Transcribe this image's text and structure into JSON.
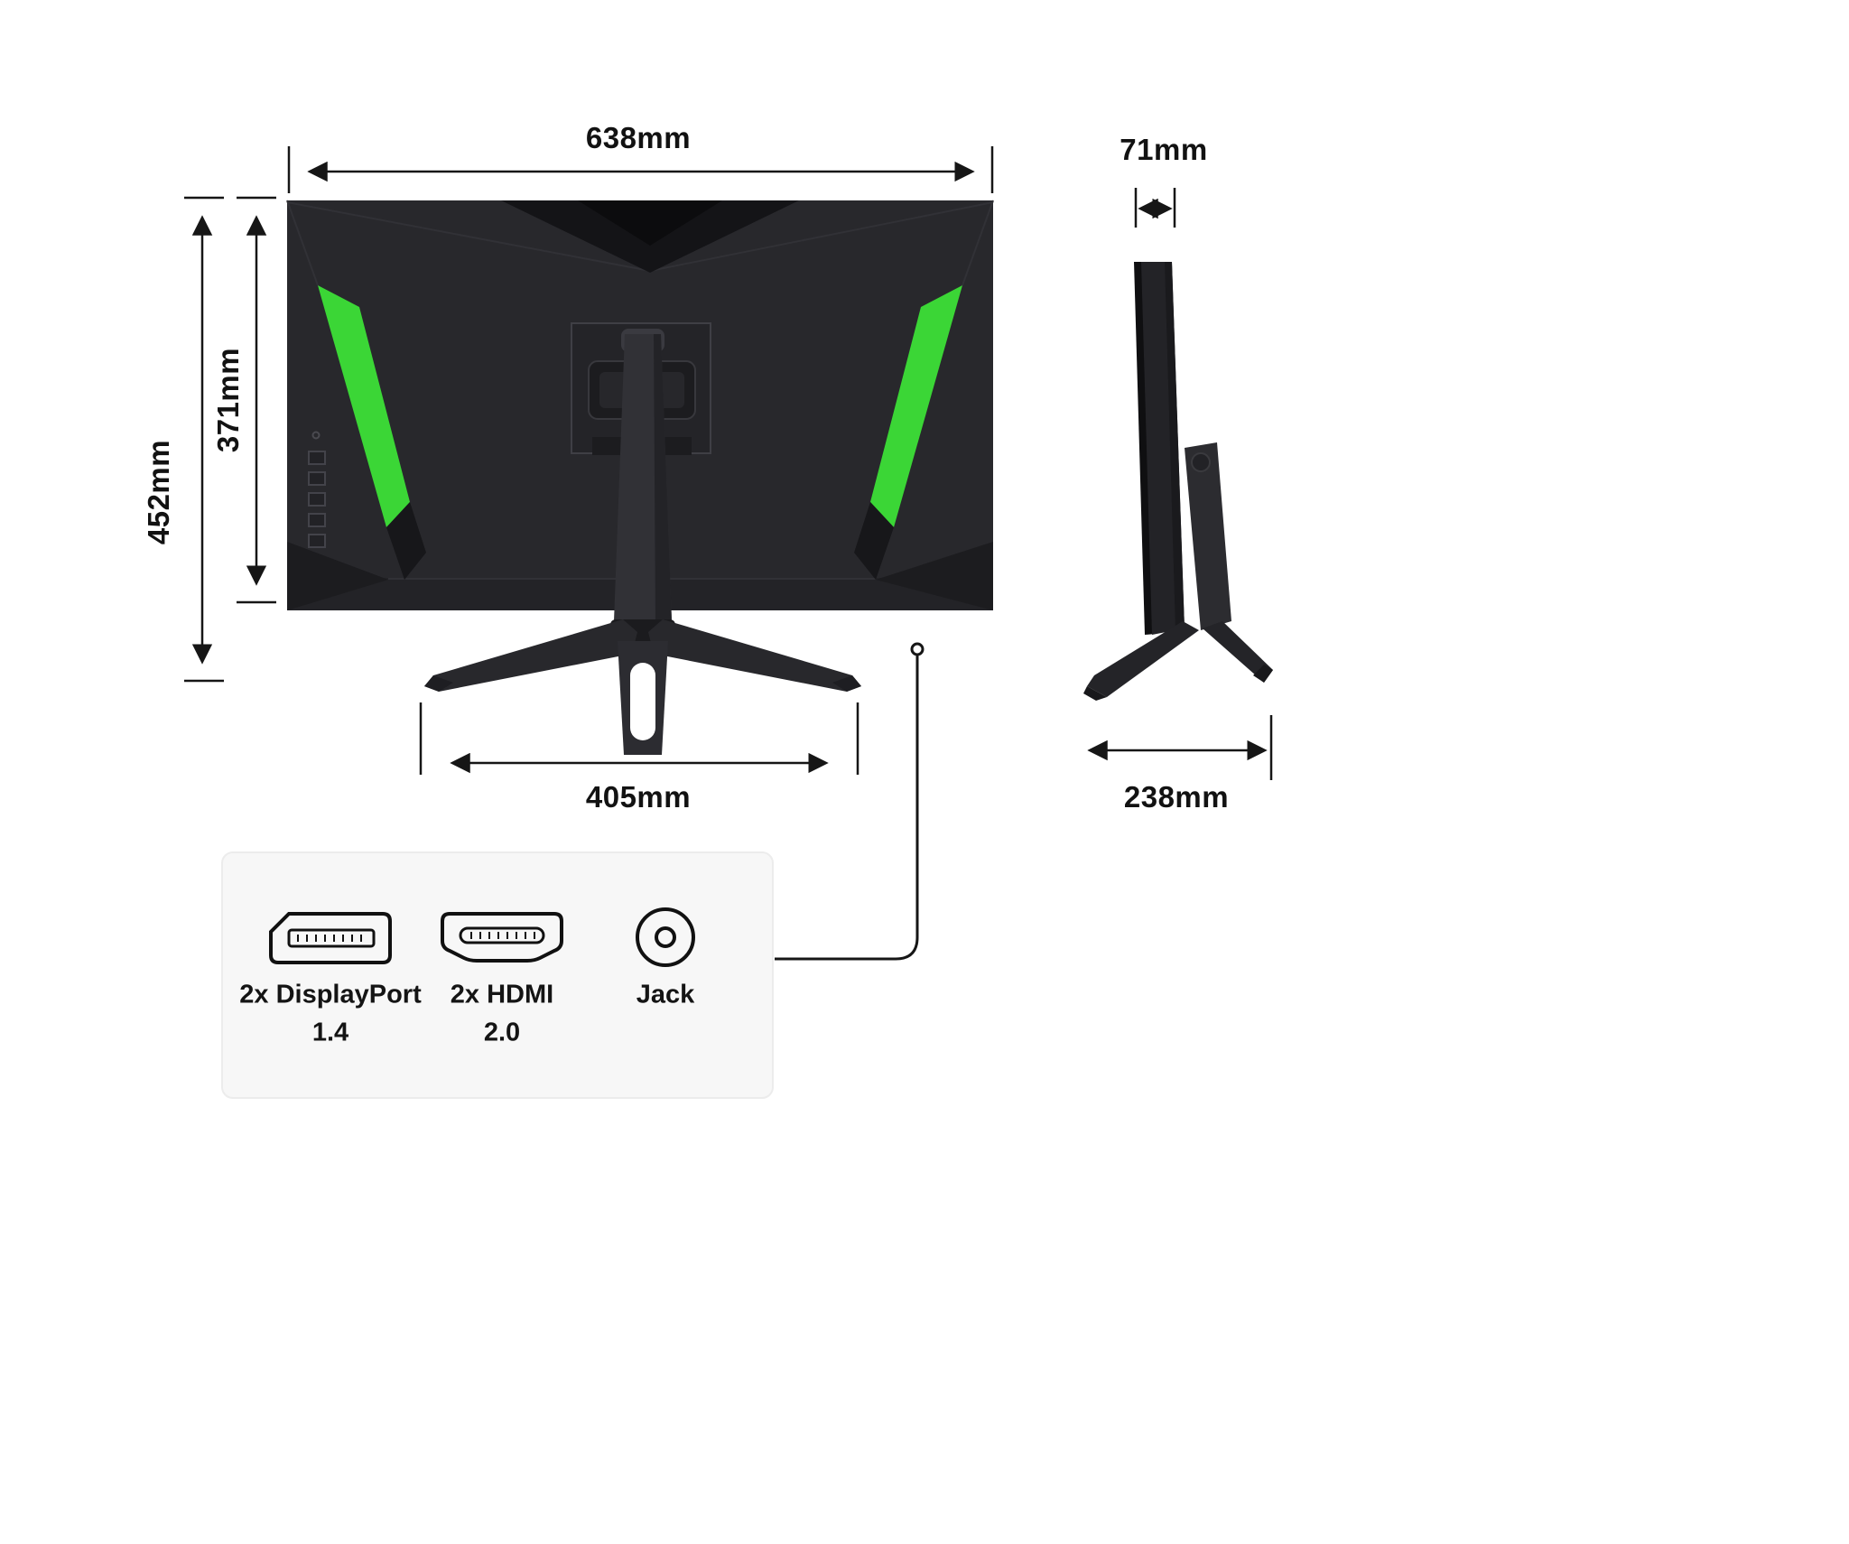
{
  "colors": {
    "accent_green": "#3bd636",
    "monitor_body": "#28282c",
    "line_color": "#161616",
    "ports_panel_bg": "#f7f7f7"
  },
  "dimensions": {
    "front_width": "638mm",
    "side_thickness": "71mm",
    "screen_height": "371mm",
    "total_height": "452mm",
    "stand_width": "405mm",
    "base_depth": "238mm"
  },
  "ports": {
    "displayport": {
      "label": "2x DisplayPort",
      "version": "1.4",
      "icon": "displayport-icon"
    },
    "hdmi": {
      "label": "2x HDMI",
      "version": "2.0",
      "icon": "hdmi-icon"
    },
    "jack": {
      "label": "Jack",
      "icon": "jack-icon"
    }
  }
}
